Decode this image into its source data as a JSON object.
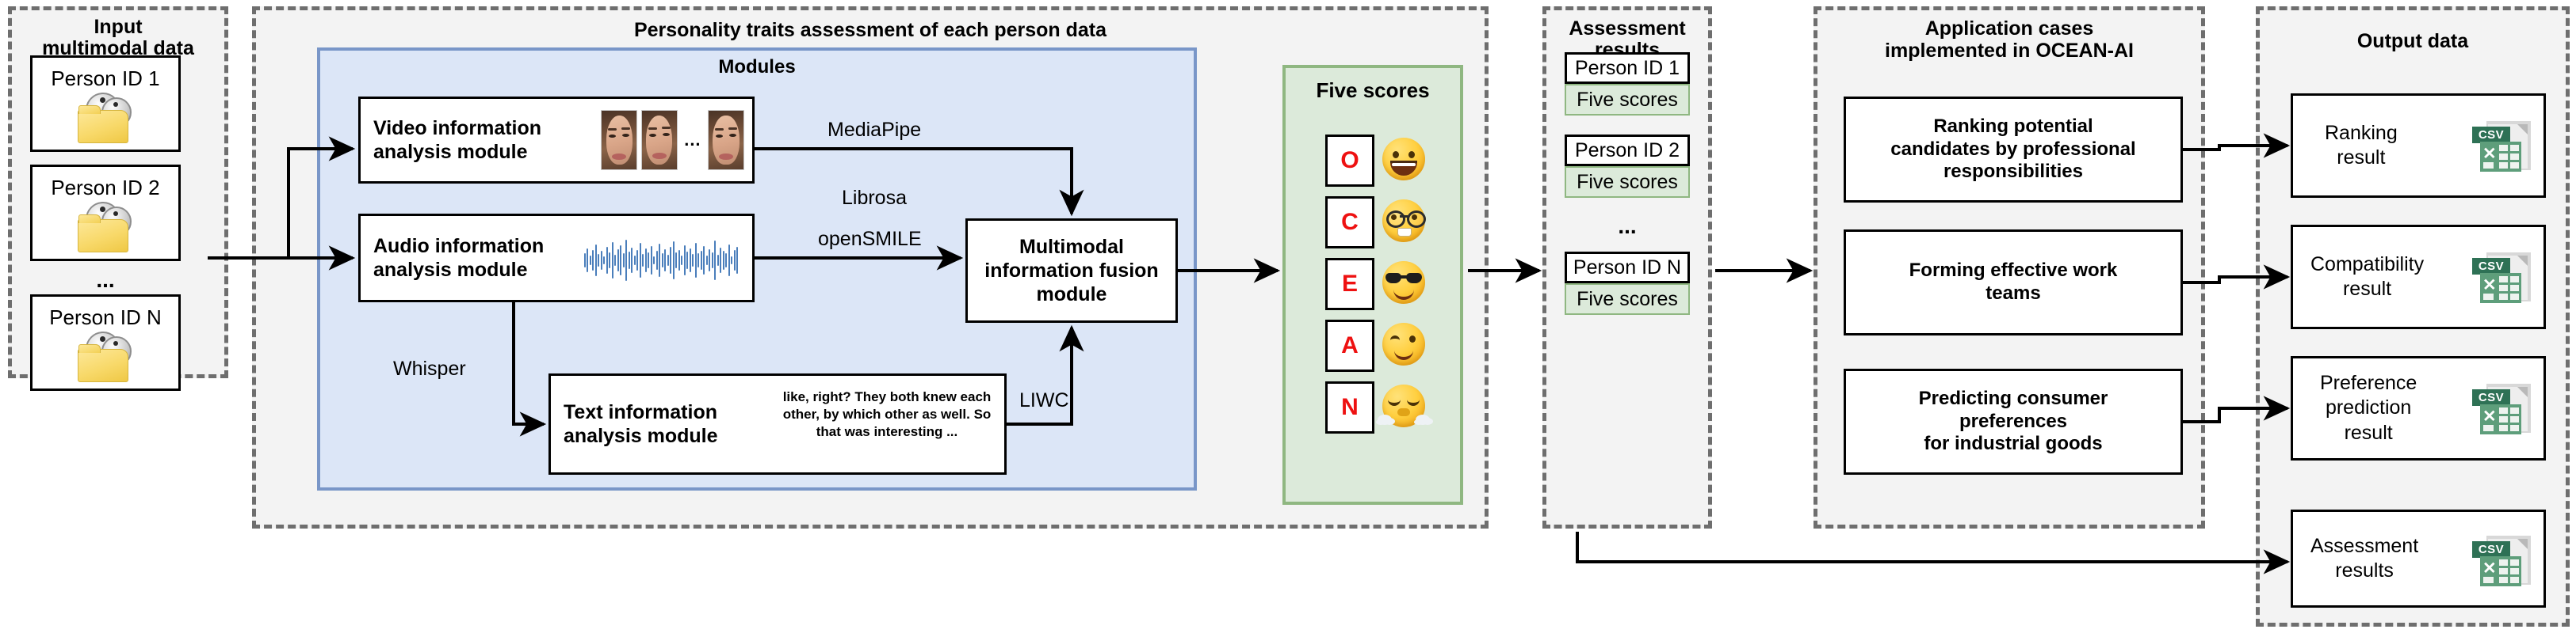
{
  "panels": {
    "input": {
      "title": "Input\nmultimodal data"
    },
    "assessment_panel": {
      "title": "Personality traits assessment of each person data"
    },
    "modules": {
      "title": "Modules"
    },
    "five_scores": {
      "title": "Five scores"
    },
    "results": {
      "title": "Assessment\nresults"
    },
    "applications": {
      "title": "Application cases\nimplemented in OCEAN-AI"
    },
    "output": {
      "title": "Output data"
    }
  },
  "input_items": [
    {
      "label": "Person ID 1",
      "icon": "video-folder-icon"
    },
    {
      "label": "Person ID 2",
      "icon": "video-folder-icon"
    },
    {
      "label": "...",
      "icon": "ellipsis"
    },
    {
      "label": "Person ID N",
      "icon": "video-folder-icon"
    }
  ],
  "modules": [
    {
      "id": "video",
      "label": "Video information\nanalysis module",
      "media": "face-frames"
    },
    {
      "id": "audio",
      "label": "Audio information\nanalysis module",
      "media": "waveform"
    },
    {
      "id": "text",
      "label": "Text information\nanalysis module",
      "media": "transcript"
    },
    {
      "id": "fusion",
      "label": "Multimodal\ninformation fusion\nmodule",
      "media": "none"
    }
  ],
  "transcript": "like, right? They both knew each other, by which other as well. So that was interesting ...",
  "edge_labels": {
    "mediapipe": "MediaPipe",
    "librosa": "Librosa",
    "opensmile": "openSMILE",
    "whisper": "Whisper",
    "liwc": "LIWC"
  },
  "ocean_traits": [
    {
      "letter": "O",
      "emoji": "grinning-face-emoji"
    },
    {
      "letter": "C",
      "emoji": "nerd-face-emoji"
    },
    {
      "letter": "E",
      "emoji": "sunglasses-face-emoji"
    },
    {
      "letter": "A",
      "emoji": "winking-face-emoji"
    },
    {
      "letter": "N",
      "emoji": "steam-from-nose-face-emoji"
    }
  ],
  "results_items": [
    {
      "id": "Person ID 1",
      "scores": "Five scores"
    },
    {
      "id": "Person ID 2",
      "scores": "Five scores"
    },
    {
      "id": "...",
      "scores": ""
    },
    {
      "id": "Person ID N",
      "scores": "Five scores"
    }
  ],
  "application_cases": [
    {
      "label": "Ranking potential\ncandidates by professional\nresponsibilities"
    },
    {
      "label": "Forming effective work\nteams"
    },
    {
      "label": "Predicting consumer\npreferences\nfor industrial goods"
    }
  ],
  "output_items": [
    {
      "label": "Ranking\nresult",
      "badge": "CSV"
    },
    {
      "label": "Compatibility\nresult",
      "badge": "CSV"
    },
    {
      "label": "Preference\nprediction\nresult",
      "badge": "CSV"
    },
    {
      "label": "Assessment\nresults",
      "badge": "CSV"
    }
  ],
  "colors": {
    "panel_bg": "#f3f3f3",
    "panel_border": "#6e6e6e",
    "modules_bg": "#dce6f7",
    "modules_border": "#7996c8",
    "scores_bg": "#dceada",
    "scores_border": "#8fb781",
    "trait_letter": "#ee1111",
    "csv_green": "#2e7155",
    "waveform": "#4a7ebb"
  }
}
